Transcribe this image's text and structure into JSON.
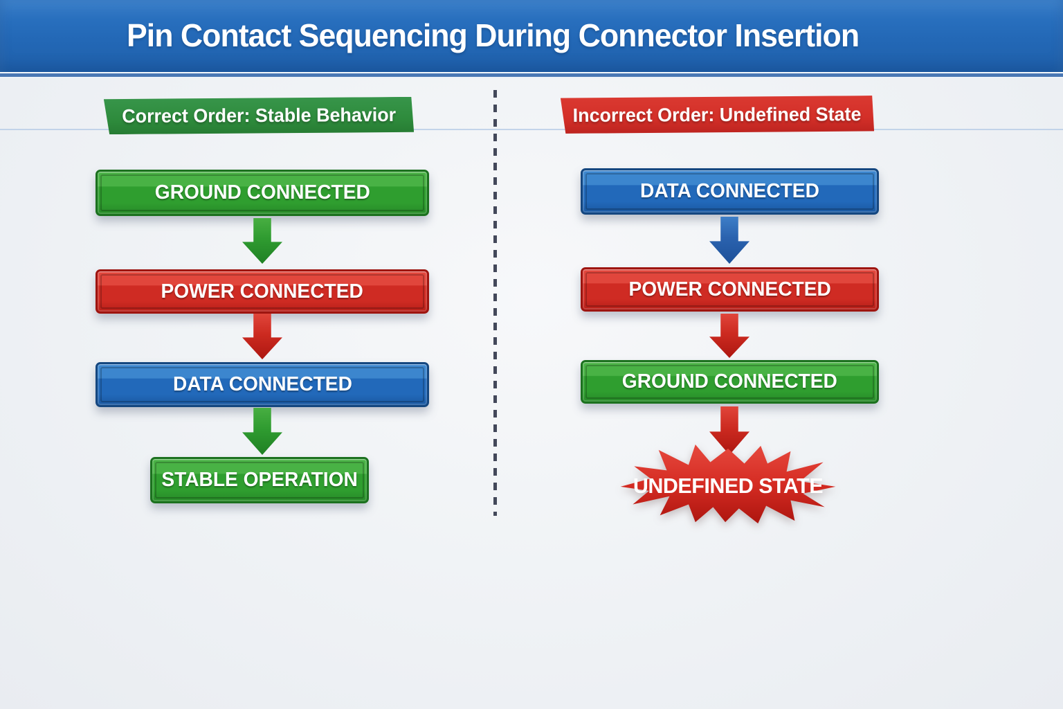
{
  "title": "Pin Contact Sequencing During Connector Insertion",
  "columns": {
    "left": {
      "header": "Correct Order: Stable Behavior",
      "steps": [
        "GROUND CONNECTED",
        "POWER CONNECTED",
        "DATA CONNECTED"
      ],
      "result": "STABLE OPERATION",
      "arrow_colors": [
        "green",
        "red",
        "green"
      ]
    },
    "right": {
      "header": "Incorrect Order: Undefined State",
      "steps": [
        "DATA CONNECTED",
        "POWER CONNECTED",
        "GROUND CONNECTED"
      ],
      "result": "UNDEFINED STATE",
      "arrow_colors": [
        "blue",
        "red",
        "red"
      ]
    }
  },
  "colors": {
    "banner_blue": "#2368b6",
    "ribbon_green": "#2e8b3c",
    "ribbon_red": "#d32f28",
    "box_green": "#2f9e2f",
    "box_red": "#cf2b23",
    "box_blue": "#2269ba",
    "arrow_green": "#2f9b30",
    "arrow_red": "#cc2a20",
    "arrow_blue": "#2a62ae",
    "starburst_red": "#c9211b",
    "divider_slate": "#43485a"
  }
}
